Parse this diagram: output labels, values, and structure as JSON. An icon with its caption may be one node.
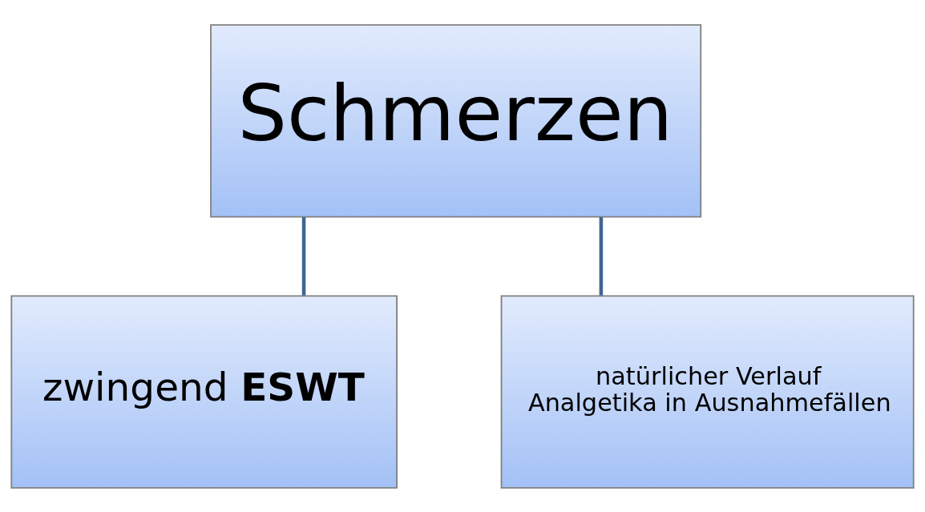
{
  "diagram": {
    "nodes": [
      {
        "text": [
          "Schmerzen"
        ]
      },
      {
        "text": [
          "zwingend **ESWT**"
        ]
      },
      {
        "text": [
          "natürlicher Verlauf",
          "Analgetika in Ausnahmefällen"
        ]
      }
    ],
    "edges": [
      {
        "from": 0,
        "to": 1,
        "arrow": "none"
      },
      {
        "from": 0,
        "to": 2,
        "arrow": "none"
      }
    ]
  }
}
